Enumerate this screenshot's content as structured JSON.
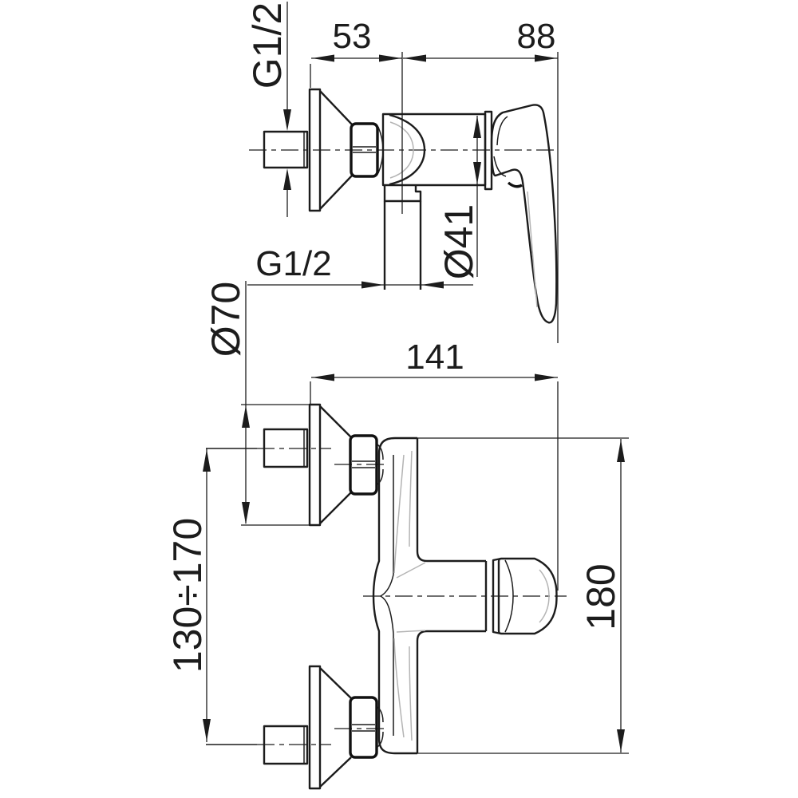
{
  "drawing": {
    "colors": {
      "line": "#1c1c1c",
      "highlight": "#b4b4b4",
      "background": "#ffffff"
    },
    "labels": {
      "wall_thread_top": "G1/2",
      "depth_wall_to_axis": "53",
      "depth_axis_to_handle": "88",
      "outlet_thread": "G1/2",
      "body_diameter": "Ø41",
      "escutcheon_diameter": "Ø70",
      "wall_connection_spacing": "130÷170",
      "overall_depth": "141",
      "overall_height": "180"
    }
  }
}
